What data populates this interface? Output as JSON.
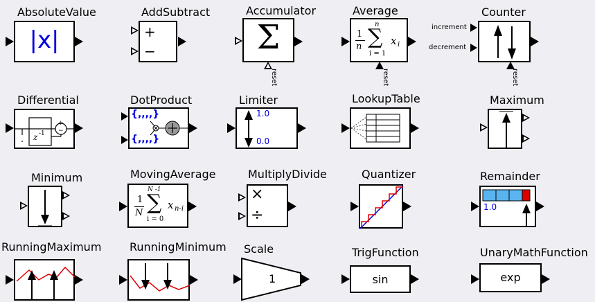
{
  "blocks": {
    "absolute_value": {
      "title": "AbsoluteValue",
      "symbol": "|x|"
    },
    "add_subtract": {
      "title": "AddSubtract",
      "plus": "+",
      "minus": "−"
    },
    "accumulator": {
      "title": "Accumulator",
      "symbol": "Σ",
      "reset": "reset"
    },
    "average": {
      "title": "Average",
      "numerator": "1",
      "denominator": "n",
      "upper": "n",
      "lower": "i = 1",
      "var": "x",
      "sub": "i",
      "reset": "reset"
    },
    "counter": {
      "title": "Counter",
      "increment": "increment",
      "decrement": "decrement",
      "reset": "reset"
    },
    "differential": {
      "title": "Differential",
      "zinv": "z",
      "zexp": "-1",
      "plus": "+",
      "minus": "−"
    },
    "dot_product": {
      "title": "DotProduct",
      "vec1": "{,,,,}",
      "vec2": "{,,,,}"
    },
    "limiter": {
      "title": "Limiter",
      "upper": "1.0",
      "lower": "0.0"
    },
    "lookup_table": {
      "title": "LookupTable"
    },
    "maximum": {
      "title": "Maximum"
    },
    "minimum": {
      "title": "Minimum"
    },
    "moving_average": {
      "title": "MovingAverage",
      "numerator": "1",
      "denominator": "N",
      "upper": "N -1",
      "lower": "i = 0",
      "var": "x",
      "sub": "n-i"
    },
    "multiply_divide": {
      "title": "MultiplyDivide",
      "times": "×",
      "divide": "÷"
    },
    "quantizer": {
      "title": "Quantizer"
    },
    "remainder": {
      "title": "Remainder",
      "value": "1.0"
    },
    "running_maximum": {
      "title": "RunningMaximum"
    },
    "running_minimum": {
      "title": "RunningMinimum"
    },
    "scale": {
      "title": "Scale",
      "value": "1"
    },
    "trig_function": {
      "title": "TrigFunction",
      "value": "sin"
    },
    "unary_math_function": {
      "title": "UnaryMathFunction",
      "value": "exp"
    }
  },
  "colors": {
    "accent_blue": "#0000e0",
    "red": "#e00000",
    "cyan": "#5ab4f0"
  }
}
